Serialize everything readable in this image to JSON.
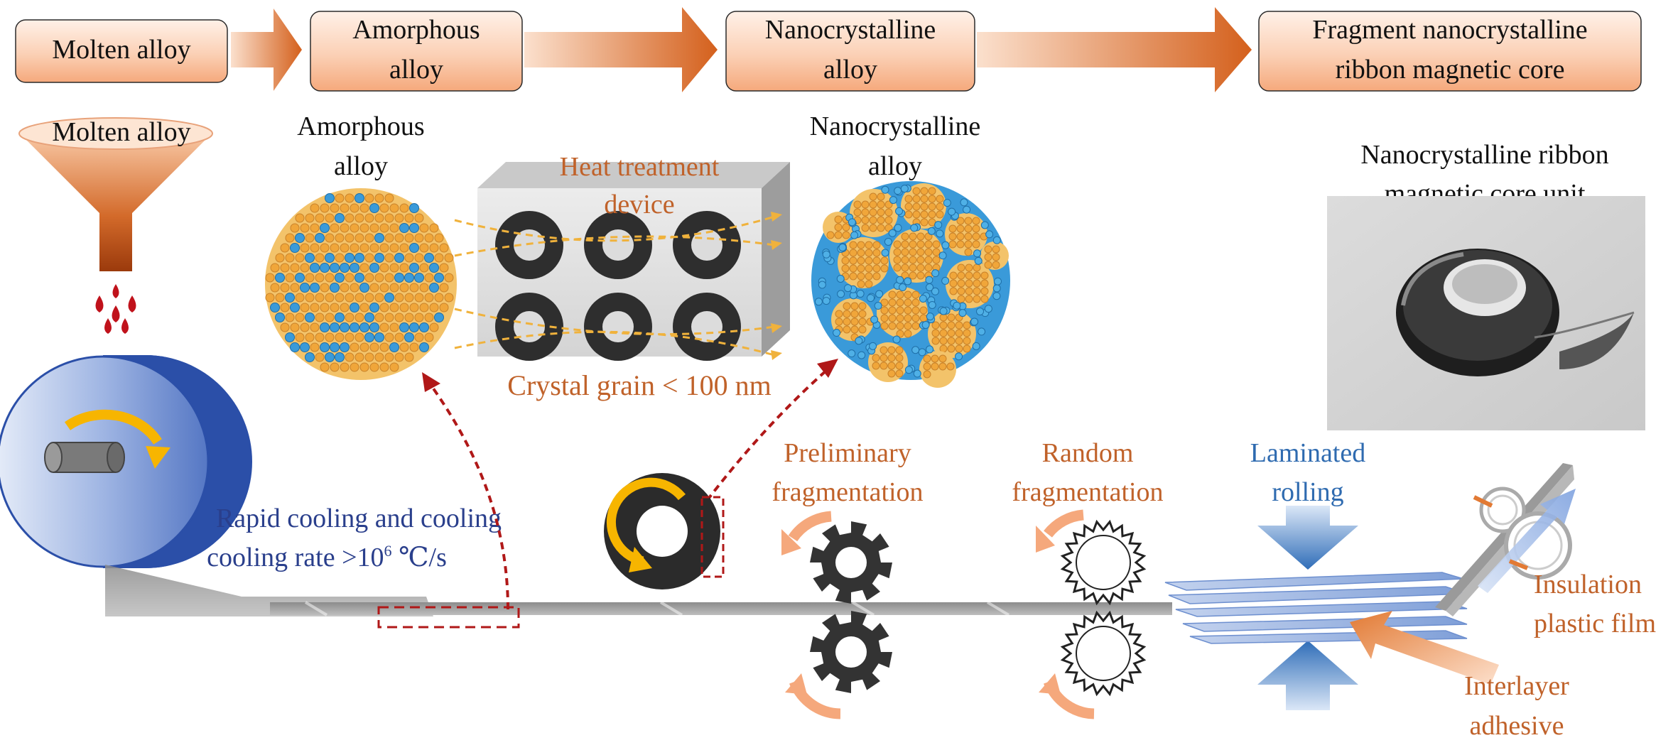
{
  "stages": [
    {
      "line1": "Molten alloy",
      "line2": ""
    },
    {
      "line1": "Amorphous",
      "line2": "alloy"
    },
    {
      "line1": "Nanocrystalline",
      "line2": "alloy"
    },
    {
      "line1": "Fragment nanocrystalline",
      "line2": "ribbon magnetic core"
    }
  ],
  "labels": {
    "funnel": "Molten alloy",
    "amorphous_1": "Amorphous",
    "amorphous_2": "alloy",
    "heat_1": "Heat treatment",
    "heat_2": "device",
    "nano_1": "Nanocrystalline",
    "nano_2": "alloy",
    "core_unit_1": "Nanocrystalline ribbon",
    "core_unit_2": "magnetic core unit",
    "grain": "Crystal grain < 100 nm",
    "cooling_1": "Rapid cooling and cooling",
    "cooling_2_pre": "cooling rate >10",
    "cooling_2_sup": "6",
    "cooling_2_post": " ℃/s",
    "prelim_1": "Preliminary",
    "prelim_2": "fragmentation",
    "random_1": "Random",
    "random_2": "fragmentation",
    "lam_1": "Laminated",
    "lam_2": "rolling",
    "ins_1": "Insulation",
    "ins_2": "plastic film",
    "adh_1": "Interlayer",
    "adh_2": "adhesive"
  },
  "colors": {
    "orange_text": "#c0622a",
    "blue_text": "#2f6bb0",
    "navy_text": "#2a3f8c",
    "box_fill_top": "#fde3d2",
    "box_fill_bottom": "#f7b58f",
    "arrow": "#d9691f",
    "roller_blue": "#2b4fa8",
    "gear_dark": "#333333",
    "nano_orange": "#f0a63a",
    "nano_blue": "#3a9ad9",
    "dash_red": "#b01818"
  }
}
